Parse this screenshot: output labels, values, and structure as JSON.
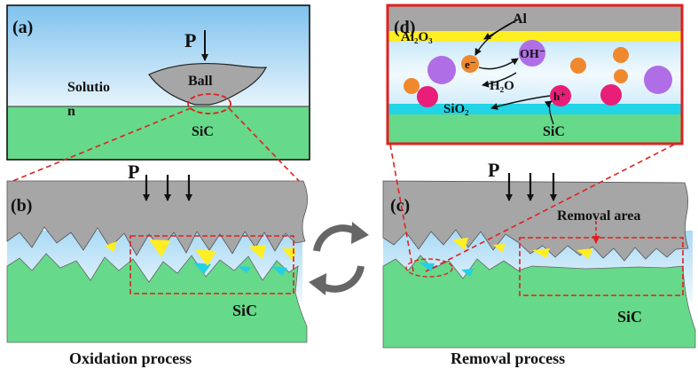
{
  "panels": {
    "a": {
      "tag": "(a)",
      "load": "P",
      "solution": [
        "Solutio",
        "n"
      ],
      "ball": "Ball",
      "substrate": "SiC"
    },
    "b": {
      "tag": "(b)",
      "load": "P",
      "substrate": "SiC",
      "caption": "Oxidation process"
    },
    "c": {
      "tag": "(c)",
      "load": "P",
      "substrate": "SiC",
      "removal_label": "Removal area",
      "caption": "Removal process"
    },
    "d": {
      "tag": "(d)",
      "al": "Al",
      "al2o3": "Al₂O₃",
      "electron": "e⁻",
      "hydroxide": "OH⁻",
      "water": "H₂O",
      "hole": "h⁺",
      "sio2": "SiO₂",
      "sic": "SiC"
    }
  },
  "colors": {
    "sky_top": "#7fc2ee",
    "sky_bottom": "#e6f4fc",
    "sic": "#66d98a",
    "tool": "#a6a6a6",
    "al2o3": "#ffee22",
    "sio2": "#21d4e6",
    "highlight": "#e02020",
    "oh_ion": "#b06ee6",
    "electron": "#f0882e",
    "hole": "#e81e78"
  }
}
